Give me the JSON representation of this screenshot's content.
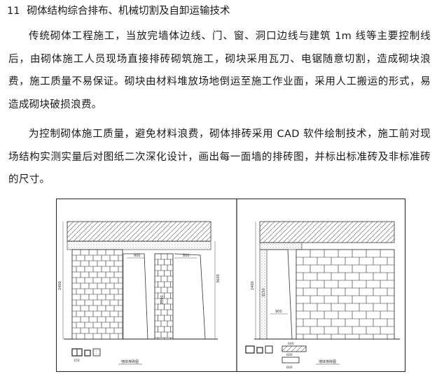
{
  "section": {
    "number": "11",
    "title": "砌体结构综合排布、机械切割及自卸运输技术"
  },
  "paragraphs": [
    "传统砌体工程施工，当放完墙体边线、门、窗、洞口边线与建筑 1m 线等主要控制线后，由砌体施工人员现场直接排砖砌筑施工，砌块采用瓦刀、电锯随意切割，造成砌块浪费，施工质量不易保证。砌块由材料堆放场地倒运至施工作业面，采用人工搬运的形式，易造成砌块破损浪费。",
    "为控制砌体施工质量，避免材料浪费，砌体排砖采用 CAD 软件绘制技术，施工前对现场结构实测实量后对图纸二次深化设计，画出每一面墙的排砖图，并标出标准砖及非标准砖的尺寸。"
  ],
  "figure": {
    "left_caption": "墙体排砖图",
    "right_caption": "墙体排砖图",
    "dims_left": [
      "800",
      "800",
      "2400",
      "2100",
      "3600"
    ],
    "dims_right": [
      "3150",
      "900",
      "2400",
      "600",
      "600",
      "600"
    ],
    "left_note": "150"
  }
}
